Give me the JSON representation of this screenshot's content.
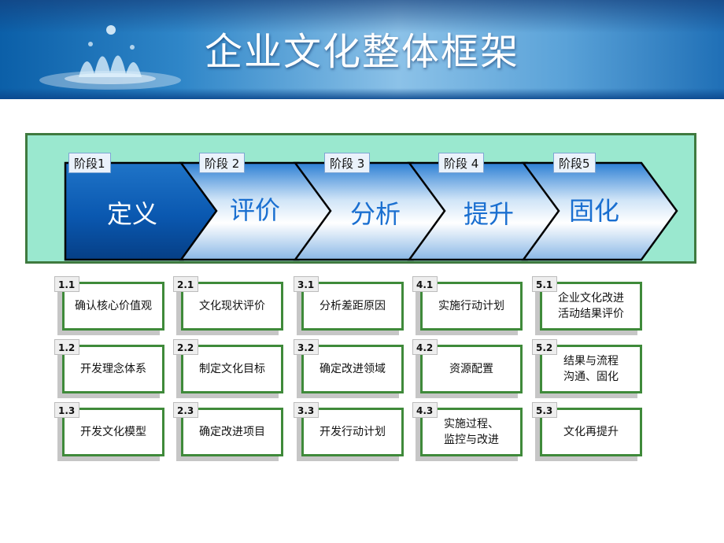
{
  "header": {
    "title": "企业文化整体框架"
  },
  "colors": {
    "frame_fill": "#9ae8cf",
    "frame_border": "#3f7a3f",
    "active_stage": "#0a58b0",
    "card_border": "#3f8a3a"
  },
  "stages": [
    {
      "tag": "阶段1",
      "name": "定义",
      "active": true
    },
    {
      "tag": "阶段 2",
      "name": "评价",
      "active": false
    },
    {
      "tag": "阶段 3",
      "name": "分析",
      "active": false
    },
    {
      "tag": "阶段 4",
      "name": "提升",
      "active": false
    },
    {
      "tag": "阶段5",
      "name": "固化",
      "active": false
    }
  ],
  "columns": [
    {
      "items": [
        {
          "num": "1.1",
          "label": "确认核心价值观"
        },
        {
          "num": "1.2",
          "label": "开发理念体系"
        },
        {
          "num": "1.3",
          "label": "开发文化模型"
        }
      ]
    },
    {
      "items": [
        {
          "num": "2.1",
          "label": "文化现状评价"
        },
        {
          "num": "2.2",
          "label": "制定文化目标"
        },
        {
          "num": "2.3",
          "label": "确定改进项目"
        }
      ]
    },
    {
      "items": [
        {
          "num": "3.1",
          "label": "分析差距原因"
        },
        {
          "num": "3.2",
          "label": "确定改进领域"
        },
        {
          "num": "3.3",
          "label": "开发行动计划"
        }
      ]
    },
    {
      "items": [
        {
          "num": "4.1",
          "label": "实施行动计划"
        },
        {
          "num": "4.2",
          "label": "资源配置"
        },
        {
          "num": "4.3",
          "label": "实施过程、\n监控与改进"
        }
      ]
    },
    {
      "items": [
        {
          "num": "5.1",
          "label": "企业文化改进\n活动结果评价"
        },
        {
          "num": "5.2",
          "label": "结果与流程\n沟通、固化"
        },
        {
          "num": "5.3",
          "label": "文化再提升"
        }
      ]
    }
  ]
}
